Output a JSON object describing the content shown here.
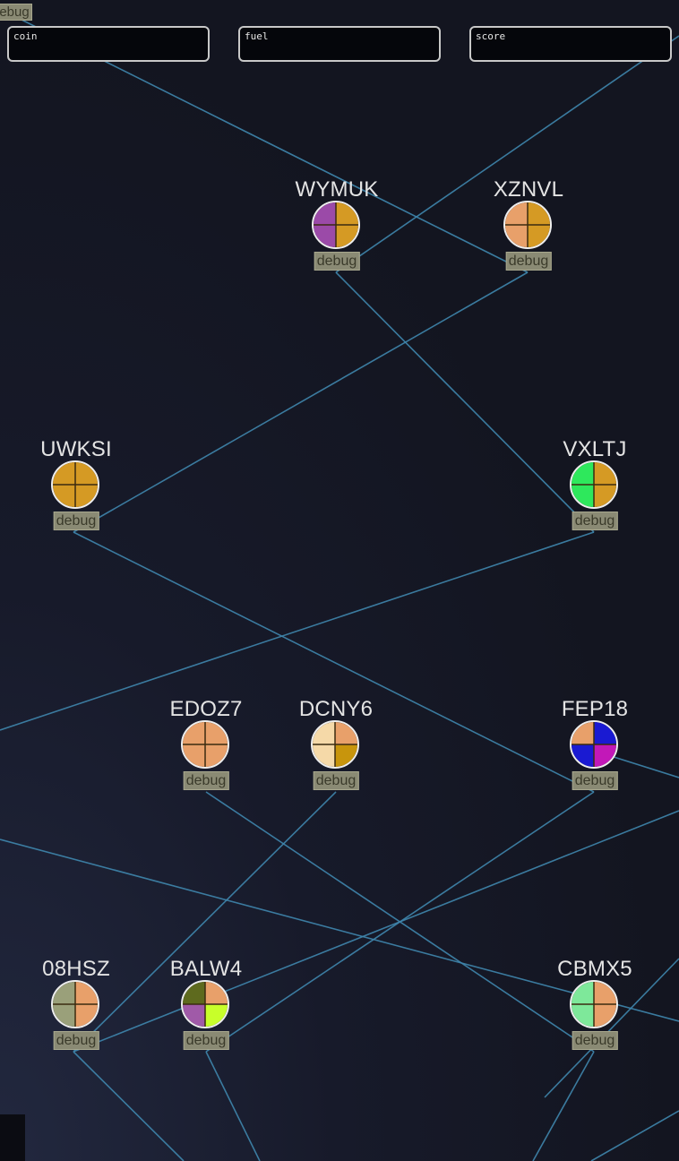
{
  "hud": {
    "debug_label": "debug",
    "fields": [
      {
        "id": "coin",
        "placeholder": "coin"
      },
      {
        "id": "fuel",
        "placeholder": "fuel"
      },
      {
        "id": "score",
        "placeholder": "score"
      }
    ]
  },
  "colors": {
    "link": "#3f86ad",
    "background": "#161927",
    "node_outline": "#eeeeee",
    "debug_tag": "#8a8a74"
  },
  "nodes": [
    {
      "id": "WYMUK",
      "name": "WYMUK",
      "debug": "debug",
      "quadrants": [
        "#9b4aa8",
        "#d59a24",
        "#9b4aa8",
        "#d59a24"
      ]
    },
    {
      "id": "XZNVL",
      "name": "XZNVL",
      "debug": "debug",
      "quadrants": [
        "#e8a06a",
        "#d59a24",
        "#e8a06a",
        "#d59a24"
      ]
    },
    {
      "id": "UWKSI",
      "name": "UWKSI",
      "debug": "debug",
      "quadrants": [
        "#d59a24",
        "#d59a24",
        "#d59a24",
        "#d59a24"
      ]
    },
    {
      "id": "VXLTJ",
      "name": "VXLTJ",
      "debug": "debug",
      "quadrants": [
        "#2ee85c",
        "#d59a24",
        "#2ee85c",
        "#d59a24"
      ]
    },
    {
      "id": "EDOZ7",
      "name": "EDOZ7",
      "debug": "debug",
      "quadrants": [
        "#e8a06a",
        "#e8a06a",
        "#e8a06a",
        "#e8a06a"
      ]
    },
    {
      "id": "DCNY6",
      "name": "DCNY6",
      "debug": "debug",
      "quadrants": [
        "#f5d9a8",
        "#e8a06a",
        "#f5d9a8",
        "#c8950c"
      ]
    },
    {
      "id": "FEP18",
      "name": "FEP18",
      "debug": "debug",
      "quadrants": [
        "#e8a06a",
        "#1a1ad2",
        "#1a1ad2",
        "#c218b8"
      ]
    },
    {
      "id": "08HSZ",
      "name": "08HSZ",
      "debug": "debug",
      "quadrants": [
        "#9aa07a",
        "#e8a06a",
        "#9aa07a",
        "#e8a06a"
      ]
    },
    {
      "id": "BALW4",
      "name": "BALW4",
      "debug": "debug",
      "quadrants": [
        "#5e6a1e",
        "#e8a06a",
        "#a05aa8",
        "#c8ff2a"
      ]
    },
    {
      "id": "CBMX5",
      "name": "CBMX5",
      "debug": "debug",
      "quadrants": [
        "#7ee89a",
        "#e8a06a",
        "#7ee89a",
        "#e8a06a"
      ]
    }
  ]
}
